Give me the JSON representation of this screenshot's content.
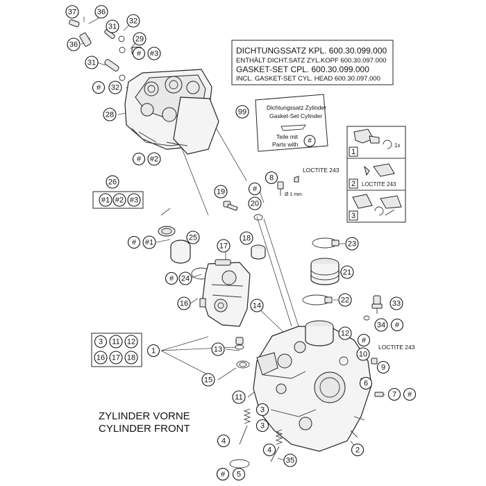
{
  "gasket_box": {
    "line1": "DICHTUNGSSATZ KPL.   600.30.099.000",
    "line2": "ENTHÄLT DICHT.SATZ ZYL.KOPF 600.30.097.000",
    "line3": "GASKET-SET CPL.         600.30.099.000",
    "line4": "INCL. GASKET-SET CYL. HEAD 600.30.097.000"
  },
  "package_box": {
    "title1": "Dichtungssatz Zylinder",
    "title2": "Gasket-Set Cylinder",
    "parts1": "Teile mit",
    "parts2": "Parts with",
    "symbol": "#"
  },
  "steps_box": {
    "step1": "1",
    "step2": "2",
    "step3": "3",
    "loctite": "LOCTITE 243",
    "times": "1x"
  },
  "labels": {
    "loctite_top": "LOCTITE 243",
    "loctite_right": "LOCTITE 243",
    "diameter": "Ø 1 mm",
    "title_de": "ZYLINDER VORNE",
    "title_en": "CYLINDER FRONT"
  },
  "callouts": [
    {
      "text": "37"
    },
    {
      "text": "36"
    },
    {
      "text": "32"
    },
    {
      "text": "31"
    },
    {
      "text": "36"
    },
    {
      "text": "29"
    },
    {
      "text": "31"
    },
    {
      "text": "#"
    },
    {
      "text": "#3"
    },
    {
      "text": "#"
    },
    {
      "text": "32"
    },
    {
      "text": "28"
    },
    {
      "text": "#"
    },
    {
      "text": "#2"
    },
    {
      "text": "99"
    },
    {
      "text": "#"
    },
    {
      "text": "8"
    },
    {
      "text": "19"
    },
    {
      "text": "#"
    },
    {
      "text": "20"
    },
    {
      "text": "26"
    },
    {
      "text": "#1"
    },
    {
      "text": "#2"
    },
    {
      "text": "#3"
    },
    {
      "text": "25"
    },
    {
      "text": "#"
    },
    {
      "text": "#1"
    },
    {
      "text": "17"
    },
    {
      "text": "18"
    },
    {
      "text": "23"
    },
    {
      "text": "#"
    },
    {
      "text": "24"
    },
    {
      "text": "21"
    },
    {
      "text": "16"
    },
    {
      "text": "14"
    },
    {
      "text": "22"
    },
    {
      "text": "33"
    },
    {
      "text": "34"
    },
    {
      "text": "#"
    },
    {
      "text": "3"
    },
    {
      "text": "11"
    },
    {
      "text": "12"
    },
    {
      "text": "16"
    },
    {
      "text": "17"
    },
    {
      "text": "18"
    },
    {
      "text": "1"
    },
    {
      "text": "13"
    },
    {
      "text": "12"
    },
    {
      "text": "#"
    },
    {
      "text": "10"
    },
    {
      "text": "9"
    },
    {
      "text": "15"
    },
    {
      "text": "6"
    },
    {
      "text": "11"
    },
    {
      "text": "7"
    },
    {
      "text": "#"
    },
    {
      "text": "3"
    },
    {
      "text": "3"
    },
    {
      "text": "4"
    },
    {
      "text": "4"
    },
    {
      "text": "2"
    },
    {
      "text": "#"
    },
    {
      "text": "35"
    },
    {
      "text": "#"
    },
    {
      "text": "5"
    }
  ]
}
